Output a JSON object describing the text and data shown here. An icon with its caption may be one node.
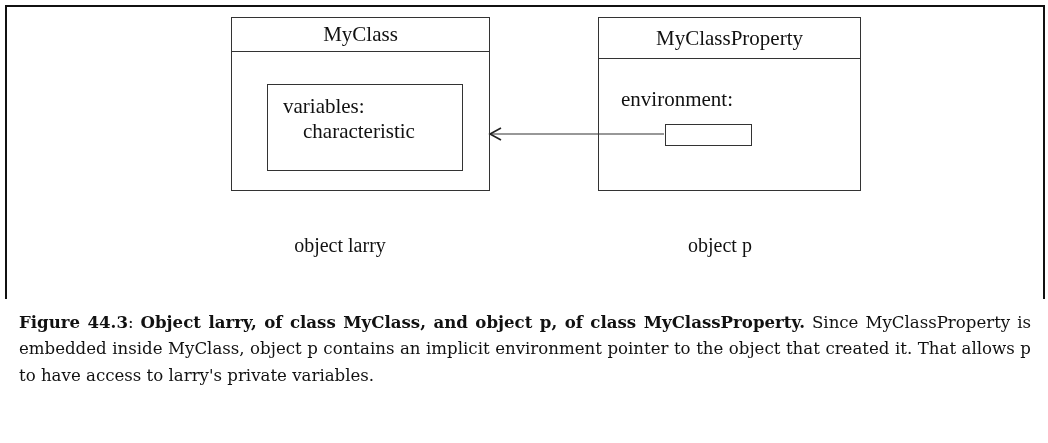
{
  "diagram": {
    "caption": "**Figure 44.3**: **Object larry, of class MyClass, and object p, of class MyClassProperty.** Since MyClassProperty is embedded inside MyClass, object p contains an implicit environment pointer to the object that created it. That allows p to have access to larry's private variables.",
    "nodes": [
      {
        "text": [
          "MyClass"
        ],
        "beside": [
          "object larry"
        ]
      },
      {
        "text": [
          "variables: characteristic"
        ],
        "in": 0
      },
      {
        "text": [
          "MyClassProperty",
          "environment:"
        ],
        "beside": [
          "object p"
        ]
      },
      {
        "text": [],
        "shape": "box",
        "in": 2
      }
    ],
    "edges": [
      {
        "from": 3,
        "to": 0,
        "arrow": "to"
      }
    ]
  }
}
